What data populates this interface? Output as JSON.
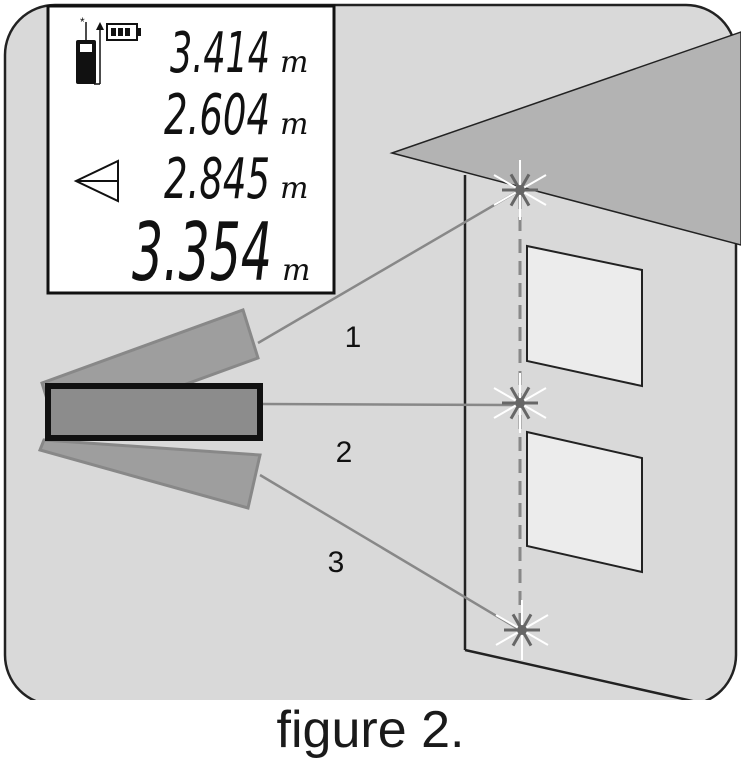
{
  "display": {
    "readings": [
      {
        "value": "3.414",
        "unit": "m"
      },
      {
        "value": "2.604",
        "unit": "m"
      },
      {
        "value": "2.845",
        "unit": "m"
      },
      {
        "value": "3.354",
        "unit": "m"
      }
    ],
    "icons": [
      "laser-device-icon",
      "battery-icon",
      "triangle-mode-icon"
    ]
  },
  "beams": [
    {
      "label": "1"
    },
    {
      "label": "2"
    },
    {
      "label": "3"
    }
  ],
  "caption": "figure 2.",
  "colors": {
    "background": "#d9d9d9",
    "roof": "#b3b3b3",
    "window": "#ececec",
    "device": "#8c8c8c",
    "device_ghost": "#9e9e9e",
    "beam": "#888888",
    "outline": "#222222"
  }
}
